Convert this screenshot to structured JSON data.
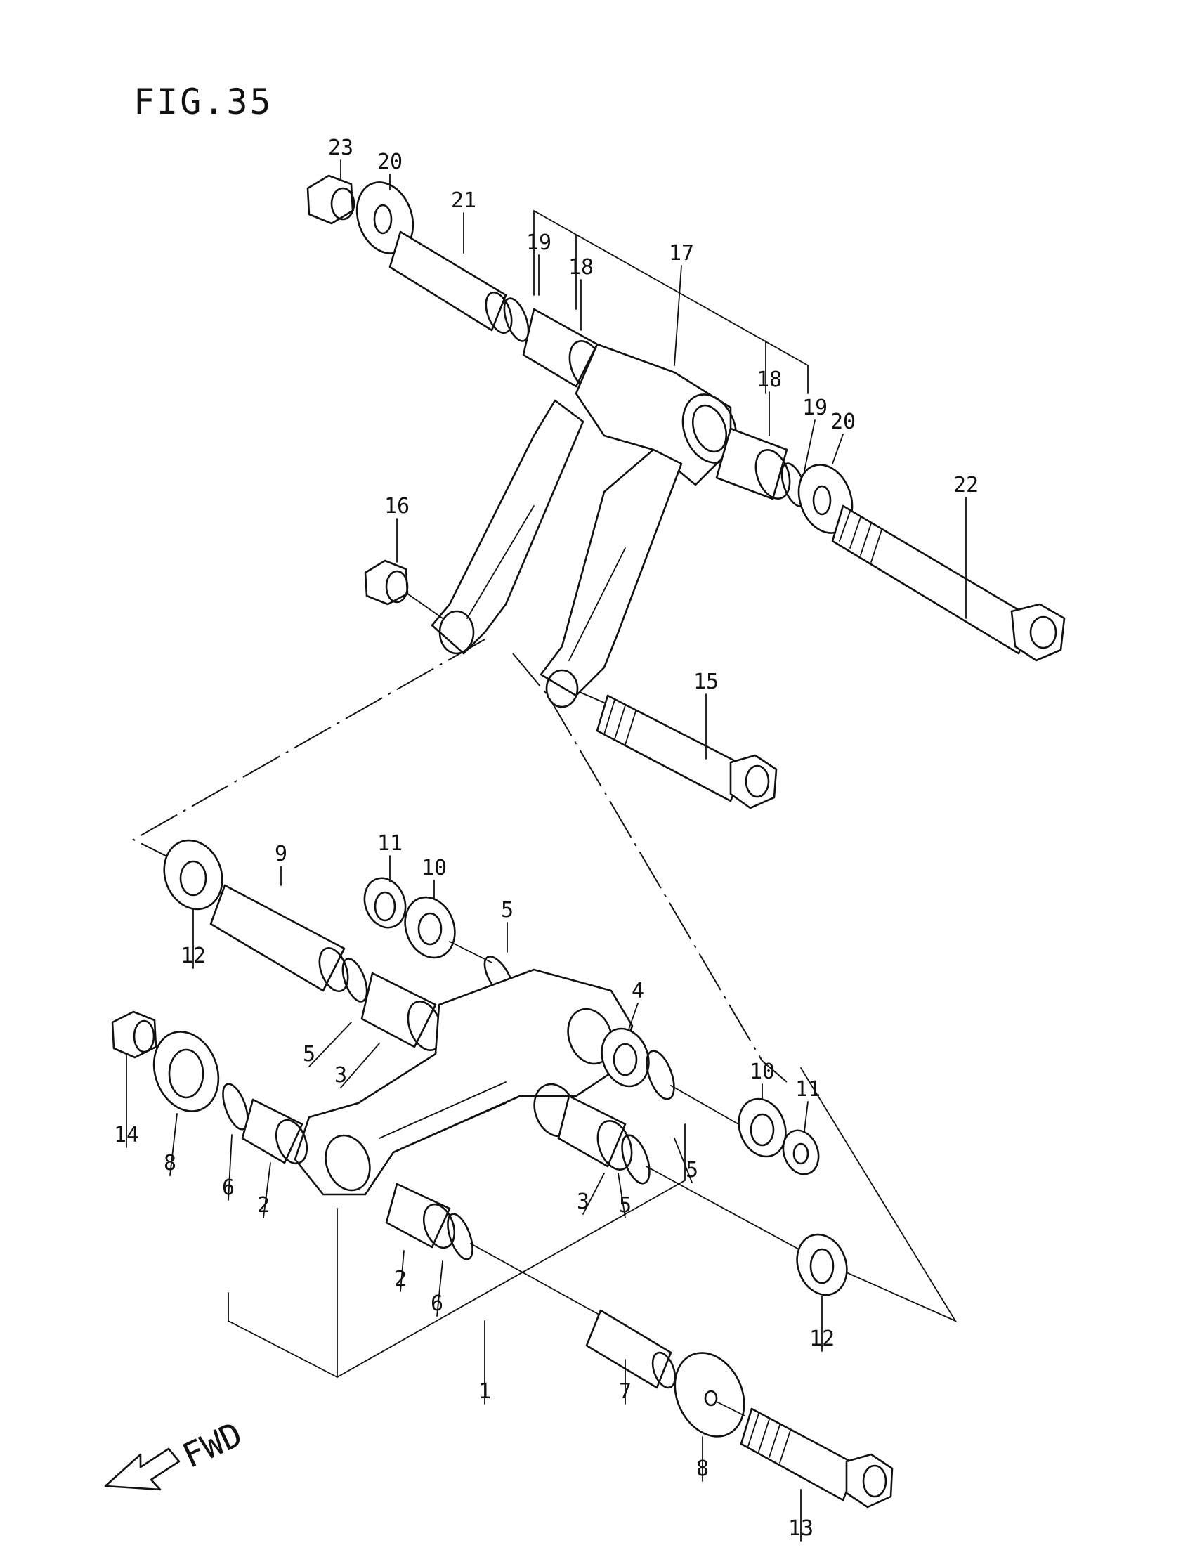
{
  "figure": {
    "title": "FIG.35",
    "fwd_label": "FWD"
  },
  "callouts": [
    {
      "label": "23"
    },
    {
      "label": "20"
    },
    {
      "label": "21"
    },
    {
      "label": "19"
    },
    {
      "label": "18"
    },
    {
      "label": "17"
    },
    {
      "label": "18"
    },
    {
      "label": "19"
    },
    {
      "label": "20"
    },
    {
      "label": "22"
    },
    {
      "label": "16"
    },
    {
      "label": "15"
    },
    {
      "label": "11"
    },
    {
      "label": "9"
    },
    {
      "label": "10"
    },
    {
      "label": "5"
    },
    {
      "label": "12"
    },
    {
      "label": "4"
    },
    {
      "label": "5"
    },
    {
      "label": "3"
    },
    {
      "label": "14"
    },
    {
      "label": "8"
    },
    {
      "label": "6"
    },
    {
      "label": "2"
    },
    {
      "label": "10"
    },
    {
      "label": "11"
    },
    {
      "label": "3"
    },
    {
      "label": "5"
    },
    {
      "label": "5"
    },
    {
      "label": "2"
    },
    {
      "label": "6"
    },
    {
      "label": "12"
    },
    {
      "label": "1"
    },
    {
      "label": "7"
    },
    {
      "label": "8"
    },
    {
      "label": "13"
    }
  ]
}
